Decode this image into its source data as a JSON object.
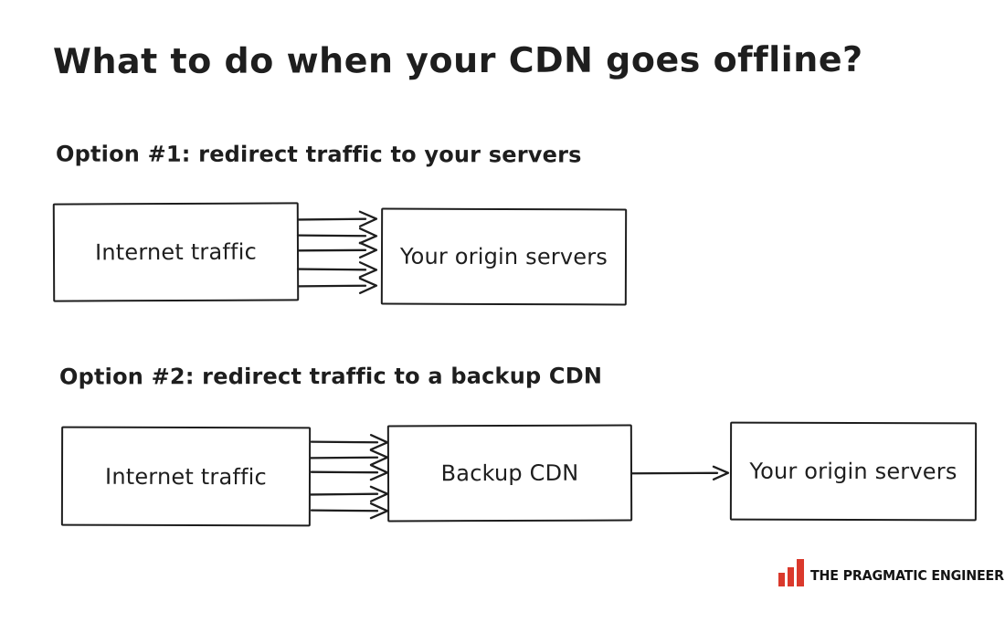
{
  "page": {
    "background": "#ffffff",
    "ink": "#1e1e1e"
  },
  "title": "What to do when your CDN goes offline?",
  "options": [
    {
      "label": "Option #1: redirect traffic to your servers",
      "nodes": [
        "Internet traffic",
        "Your origin servers"
      ],
      "parallel_arrows": 5
    },
    {
      "label": "Option #2: redirect traffic to a backup CDN",
      "nodes": [
        "Internet traffic",
        "Backup CDN",
        "Your origin servers"
      ],
      "parallel_arrows_first_hop": 5,
      "arrows_second_hop": 1
    }
  ],
  "logo": {
    "text": "THE PRAGMATIC ENGINEER",
    "bar_color": "#da392c",
    "icon": "bar-chart-logo-icon"
  }
}
